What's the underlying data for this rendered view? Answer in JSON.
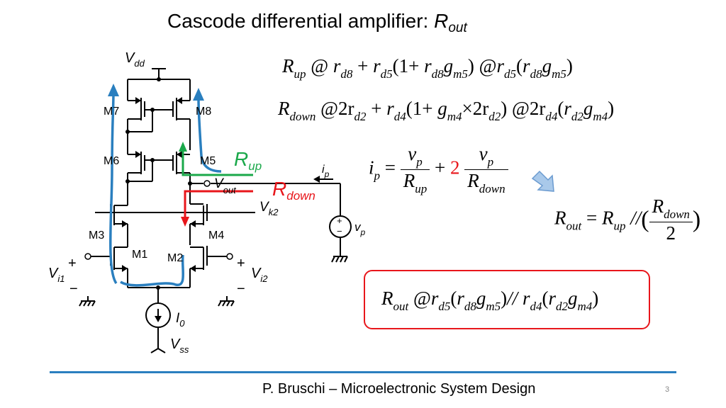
{
  "title": {
    "text": "Cascode differential amplifier: ",
    "symbol": "R",
    "subscript": "out"
  },
  "equations": {
    "r_up": {
      "lhs": "R",
      "lhs_sub": "up",
      "approx": "@",
      "t1": "r",
      "t1_sub": "d8",
      "plus": "+",
      "t2": "r",
      "t2_sub": "d5",
      "paren": "(1+ ",
      "t3": "r",
      "t3_sub": "d8",
      "t4": "g",
      "t4_sub": "m5",
      "close": ")",
      "approx2": "@",
      "t5": "r",
      "t5_sub": "d5",
      "open2": "(",
      "t6": "r",
      "t6_sub": "d8",
      "t7": "g",
      "t7_sub": "m5",
      "close2": ")"
    },
    "r_down": {
      "lhs": "R",
      "lhs_sub": "down",
      "approx": "@",
      "t1": "2r",
      "t1_sub": "d2",
      "plus": "+",
      "t2": "r",
      "t2_sub": "d4",
      "paren": "(1+ ",
      "t3": "g",
      "t3_sub": "m4",
      "times": "×",
      "t4": "2r",
      "t4_sub": "d2",
      "close": ")",
      "approx2": "@",
      "t5": "2r",
      "t5_sub": "d4",
      "open2": "(",
      "t6": "r",
      "t6_sub": "d2",
      "t7": "g",
      "t7_sub": "m4",
      "close2": ")"
    },
    "ip": {
      "lhs": "i",
      "lhs_sub": "p",
      "eq": "=",
      "num1": "v",
      "num1_sub": "p",
      "den1": "R",
      "den1_sub": "up",
      "plus": "+",
      "factor": "2",
      "num2": "v",
      "num2_sub": "p",
      "den2": "R",
      "den2_sub": "down"
    },
    "rout_parallel": {
      "lhs": "R",
      "lhs_sub": "out",
      "eq": "=",
      "t1": "R",
      "t1_sub": "up",
      "par": "//",
      "num": "R",
      "num_sub": "down",
      "den": "2"
    },
    "rout_result": {
      "lhs": "R",
      "lhs_sub": "out",
      "approx": "@",
      "t1": "r",
      "t1_sub": "d5",
      "t2": "r",
      "t2_sub": "d8",
      "t3": "g",
      "t3_sub": "m5",
      "par": "//",
      "t4": "r",
      "t4_sub": "d4",
      "t5": "r",
      "t5_sub": "d2",
      "t6": "g",
      "t6_sub": "m4"
    }
  },
  "circuit": {
    "vdd": {
      "main": "V",
      "sub": "dd"
    },
    "vss": {
      "main": "V",
      "sub": "ss"
    },
    "i0": {
      "main": "I",
      "sub": "0"
    },
    "vout": {
      "main": "V",
      "sub": "out"
    },
    "vk2": {
      "main": "V",
      "sub": "k2"
    },
    "ip": {
      "main": "i",
      "sub": "p"
    },
    "vp": {
      "main": "v",
      "sub": "p"
    },
    "vi1": {
      "main": "V",
      "sub": "i1"
    },
    "vi2": {
      "main": "V",
      "sub": "i2"
    },
    "plus": "+",
    "minus": "−",
    "transistors": [
      "M7",
      "M8",
      "M6",
      "M5",
      "M3",
      "M4",
      "M1",
      "M2"
    ],
    "rup_label": {
      "main": "R",
      "sub": "up"
    },
    "rdown_label": {
      "main": "R",
      "sub": "down"
    },
    "colors": {
      "rup": "#1aa84a",
      "rdown": "#e8161b",
      "path": "#2a7fbf",
      "arrow_fill": "#a9c9ea"
    }
  },
  "footer": {
    "text": "P. Bruschi – Microelectronic System Design",
    "page": "3"
  }
}
